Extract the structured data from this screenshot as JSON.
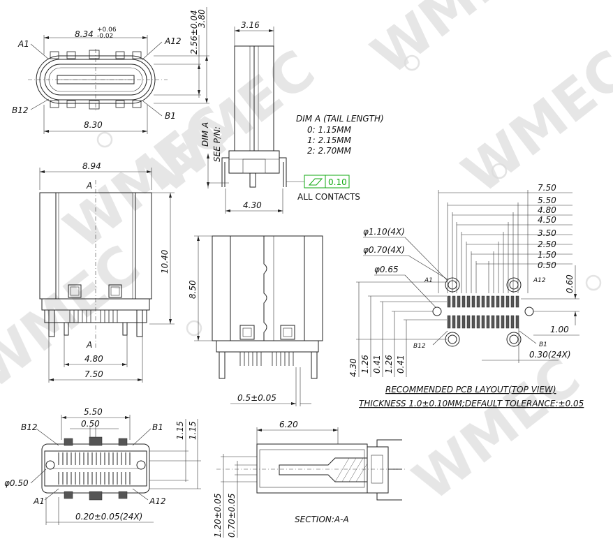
{
  "watermark": {
    "text": "WMEC",
    "mark": "®"
  },
  "front_view": {
    "width_label": "8.34",
    "width_tol_upper": "+0.06",
    "width_tol_lower": "-0.02",
    "bottom_width_label": "8.30",
    "pin_a1": "A1",
    "pin_a12": "A12",
    "pin_b12": "B12",
    "pin_b1": "B1"
  },
  "side_view": {
    "top_width": "3.16",
    "height_outer": "3.80",
    "height_inner": "2.56±0.04",
    "bottom_width": "4.30",
    "dim_note": "DIM A",
    "see_pn": "SEE P/N:",
    "flatness_value": "0.10",
    "all_contacts": "ALL CONTACTS"
  },
  "tail_length": {
    "title": "DIM A (TAIL LENGTH)",
    "options": [
      "0: 1.15MM",
      "1: 2.15MM",
      "2: 2.70MM"
    ]
  },
  "top_view": {
    "width_label": "8.94",
    "height_label": "10.40",
    "section_mark_top": "A",
    "section_mark_bottom": "A",
    "inner_width": "4.80",
    "outer_width": "7.50"
  },
  "rear_view": {
    "height_label": "8.50",
    "pitch_label": "0.5±0.05"
  },
  "pcb_layout": {
    "dims_horizontal": [
      "7.50",
      "5.50",
      "4.80",
      "4.50",
      "3.50",
      "2.50",
      "1.50",
      "0.50"
    ],
    "hole_large": "φ1.10(4X)",
    "hole_small": "φ0.70(4X)",
    "hole_center": "φ0.65",
    "pin_a1": "A1",
    "pin_a12": "A12",
    "pin_b12": "B12",
    "pin_b1": "B1",
    "right_dim_060": "0.60",
    "right_dim_100": "1.00",
    "pad_width": "0.30(24X)",
    "dims_vertical": [
      "4.30",
      "1.26",
      "0.41",
      "1.26",
      "0.41"
    ],
    "title": "RECOMMENDED PCB LAYOUT(TOP VIEW)",
    "note": "THICKNESS 1.0±0.10MM;DEFAULT TOLERANCE:±0.05"
  },
  "bottom_view": {
    "width_outer": "5.50",
    "width_inner": "0.50",
    "pin_b12": "B12",
    "pin_b1": "B1",
    "pin_a1": "A1",
    "pin_a12": "A12",
    "right_dim_top": "1.15",
    "right_dim_bottom": "1.15",
    "hole_label": "φ0.50",
    "pad_label": "0.20±0.05(24X)"
  },
  "section_view": {
    "length_label": "6.20",
    "dim_left_a": "1.20±0.05",
    "dim_left_b": "0.70±0.05",
    "caption": "SECTION:A-A"
  }
}
